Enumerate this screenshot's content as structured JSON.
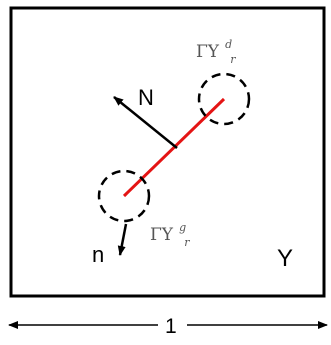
{
  "labels": {
    "normal_upper": "N",
    "normal_lower": "n",
    "domain": "Y",
    "width_value": "1",
    "gamma_top_base": "ΓY",
    "gamma_top_sup": "d",
    "gamma_top_sub": "r",
    "gamma_bottom_base": "ΓY",
    "gamma_bottom_sup": "g",
    "gamma_bottom_sub": "r"
  },
  "colors": {
    "segment": "#e41414",
    "outline": "#000000",
    "gamma_text": "#555555"
  }
}
